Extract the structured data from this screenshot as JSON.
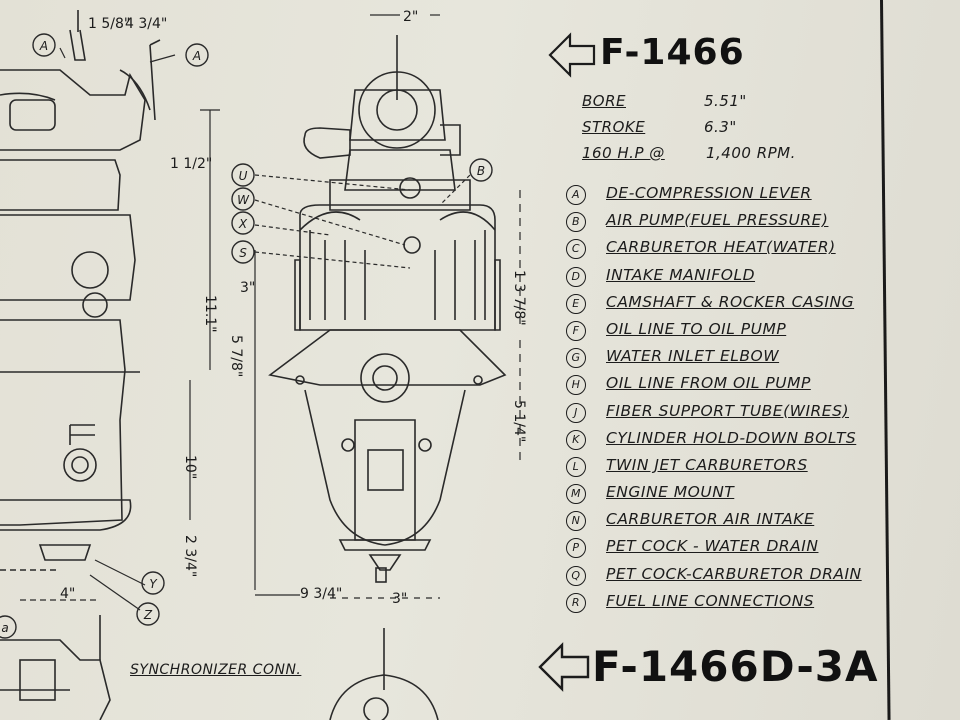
{
  "reference": {
    "top": "F-1466",
    "bottom": "F-1466D-3A"
  },
  "specs": [
    {
      "label": "BORE",
      "value": "5.51\""
    },
    {
      "label": "STROKE",
      "value": "6.3\""
    },
    {
      "label": "160 H.P @",
      "value": "1,400 RPM."
    }
  ],
  "legend": [
    {
      "letter": "A",
      "text": "DE-COMPRESSION LEVER"
    },
    {
      "letter": "B",
      "text": "AIR PUMP(FUEL PRESSURE)"
    },
    {
      "letter": "C",
      "text": "CARBURETOR HEAT(WATER)"
    },
    {
      "letter": "D",
      "text": "INTAKE MANIFOLD"
    },
    {
      "letter": "E",
      "text": "CAMSHAFT & ROCKER CASING"
    },
    {
      "letter": "F",
      "text": "OIL LINE TO OIL PUMP"
    },
    {
      "letter": "G",
      "text": "WATER INLET ELBOW"
    },
    {
      "letter": "H",
      "text": "OIL LINE FROM OIL PUMP"
    },
    {
      "letter": "J",
      "text": "FIBER SUPPORT TUBE(WIRES)"
    },
    {
      "letter": "K",
      "text": "CYLINDER HOLD-DOWN BOLTS"
    },
    {
      "letter": "L",
      "text": "TWIN JET CARBURETORS"
    },
    {
      "letter": "M",
      "text": "ENGINE MOUNT"
    },
    {
      "letter": "N",
      "text": "CARBURETOR AIR INTAKE"
    },
    {
      "letter": "P",
      "text": "PET COCK - WATER DRAIN"
    },
    {
      "letter": "Q",
      "text": "PET COCK-CARBURETOR DRAIN"
    },
    {
      "letter": "R",
      "text": "FUEL LINE CONNECTIONS"
    }
  ],
  "dimensions": {
    "top_width": "2\"",
    "left_a": "1 5/8\"",
    "left_b": "4 3/4\"",
    "left_c": "1 1/2\"",
    "height_total": "11.1\"",
    "height_lower": "10\"",
    "base": "2 3/4\"",
    "left_bottom": "4\"",
    "mid_3": "3\"",
    "mid_5_7_8": "5 7/8\"",
    "right_upper": "1 3 7/8\"",
    "right_lower": "5 1/4\"",
    "bottom_width": "9 3/4\"",
    "bottom_3": "3\""
  },
  "callouts": [
    "U",
    "W",
    "X",
    "S",
    "B",
    "A",
    "Y",
    "Z",
    "a"
  ],
  "sync_label": "SYNCHRONIZER CONN.",
  "colors": {
    "paper": "#e5e3d9",
    "ink": "#1c1c1c"
  }
}
